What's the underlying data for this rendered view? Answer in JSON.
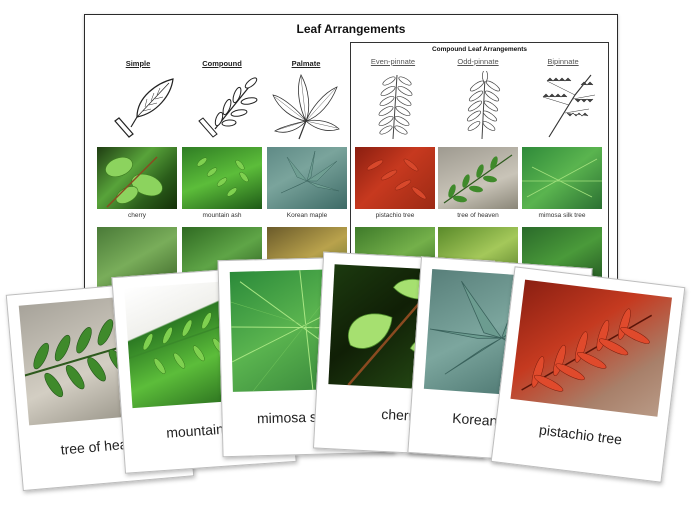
{
  "poster": {
    "title": "Leaf Arrangements",
    "columns": [
      "Simple",
      "Compound",
      "Palmate"
    ],
    "compound_title": "Compound Leaf Arrangements",
    "compound_columns": [
      "Even-pinnate",
      "Odd-pinnate",
      "Bipinnate"
    ],
    "photo_labels": [
      "cherry",
      "mountain ash",
      "Korean maple",
      "pistachio tree",
      "tree of heaven",
      "mimosa silk tree"
    ]
  },
  "cards": [
    {
      "label": "tree of heaven"
    },
    {
      "label": "mountain ash"
    },
    {
      "label": "mimosa silk tree"
    },
    {
      "label": "cherry"
    },
    {
      "label": "Korean maple"
    },
    {
      "label": "pistachio tree"
    }
  ]
}
